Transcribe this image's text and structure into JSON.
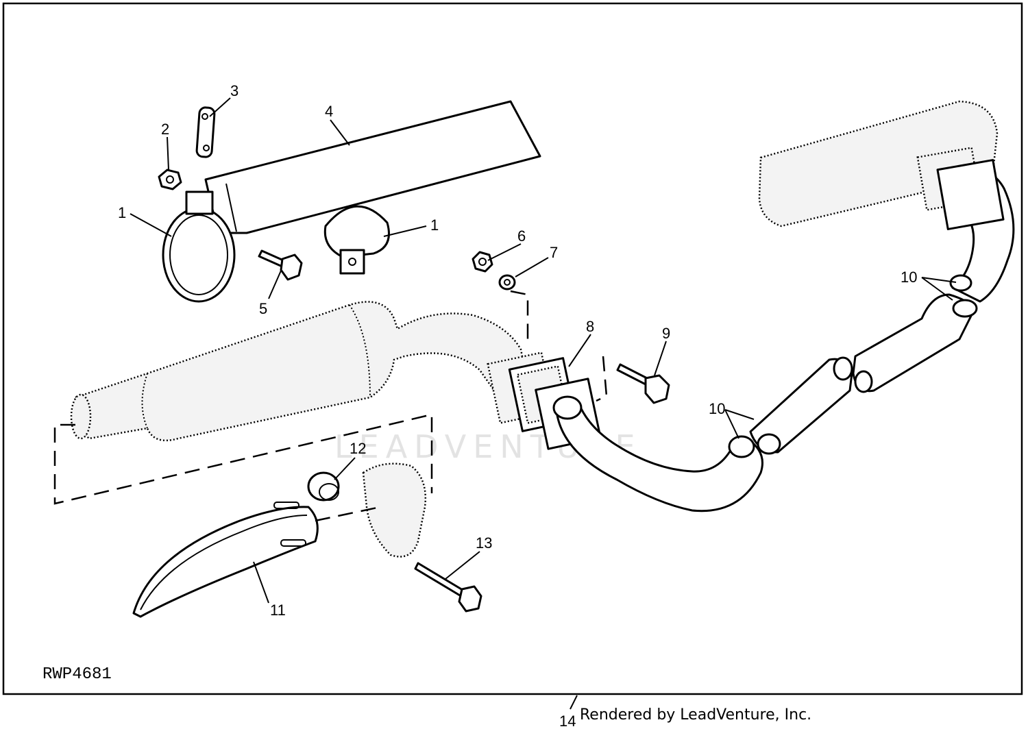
{
  "diagram": {
    "drawing_code": "RWP4681",
    "credit": "Rendered by LeadVenture, Inc.",
    "watermark": "LEADVENTURE",
    "callouts": {
      "c1a": "1",
      "c1b": "1",
      "c2": "2",
      "c3": "3",
      "c4": "4",
      "c5": "5",
      "c6": "6",
      "c7": "7",
      "c8": "8",
      "c9": "9",
      "c10a": "10",
      "c10b": "10",
      "c11": "11",
      "c12": "12",
      "c13": "13",
      "c14": "14"
    }
  }
}
